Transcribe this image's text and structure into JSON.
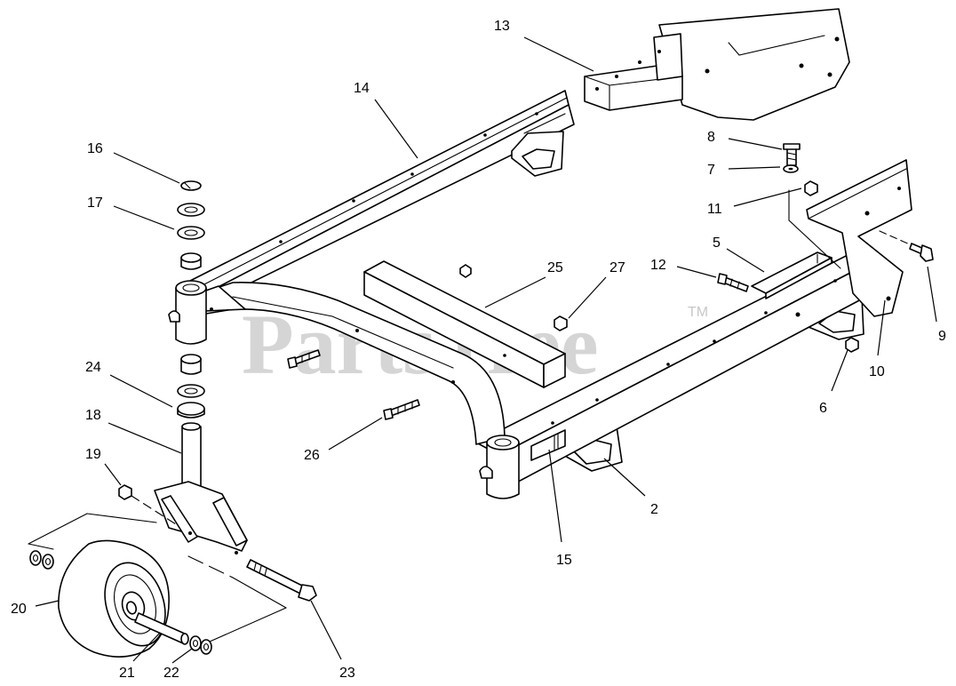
{
  "watermark": {
    "text": "PartsTree",
    "mark": "TM"
  },
  "callouts": [
    {
      "id": "c13",
      "label": "13"
    },
    {
      "id": "c14",
      "label": "14"
    },
    {
      "id": "c16",
      "label": "16"
    },
    {
      "id": "c17",
      "label": "17"
    },
    {
      "id": "c8",
      "label": "8"
    },
    {
      "id": "c7",
      "label": "7"
    },
    {
      "id": "c11",
      "label": "11"
    },
    {
      "id": "c5",
      "label": "5"
    },
    {
      "id": "c12",
      "label": "12"
    },
    {
      "id": "c25",
      "label": "25"
    },
    {
      "id": "c27",
      "label": "27"
    },
    {
      "id": "c9",
      "label": "9"
    },
    {
      "id": "c10",
      "label": "10"
    },
    {
      "id": "c6",
      "label": "6"
    },
    {
      "id": "c24",
      "label": "24"
    },
    {
      "id": "c18",
      "label": "18"
    },
    {
      "id": "c19",
      "label": "19"
    },
    {
      "id": "c26",
      "label": "26"
    },
    {
      "id": "c2",
      "label": "2"
    },
    {
      "id": "c15",
      "label": "15"
    },
    {
      "id": "c20",
      "label": "20"
    },
    {
      "id": "c21",
      "label": "21"
    },
    {
      "id": "c22",
      "label": "22"
    },
    {
      "id": "c23",
      "label": "23"
    }
  ]
}
